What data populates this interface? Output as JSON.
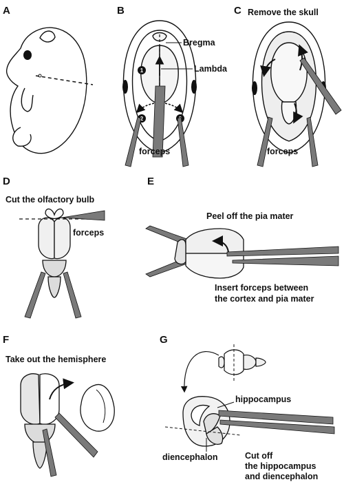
{
  "panels": {
    "a": {
      "letter": "A"
    },
    "b": {
      "letter": "B",
      "bregma": "Bregma",
      "lambda": "Lambda",
      "forceps": "forceps",
      "step1": "1",
      "step2": "2",
      "step3": "3"
    },
    "c": {
      "letter": "C",
      "title": "Remove the skull",
      "forceps": "forceps"
    },
    "d": {
      "letter": "D",
      "title": "Cut the olfactory bulb",
      "forceps": "forceps"
    },
    "e": {
      "letter": "E",
      "title": "Peel off the pia mater",
      "note_line1": "Insert forceps between",
      "note_line2": "the cortex and pia mater"
    },
    "f": {
      "letter": "F",
      "title": "Take out the hemisphere"
    },
    "g": {
      "letter": "G",
      "hippocampus": "hippocampus",
      "diencephalon": "diencephalon",
      "note_line1": "Cut off",
      "note_line2": "the hippocampus",
      "note_line3": "and diencephalon"
    }
  },
  "colors": {
    "ink": "#111111",
    "fill_light": "#f2f2f2",
    "fill_mid": "#dcdcdc",
    "forceps": "#7a7a7a"
  }
}
